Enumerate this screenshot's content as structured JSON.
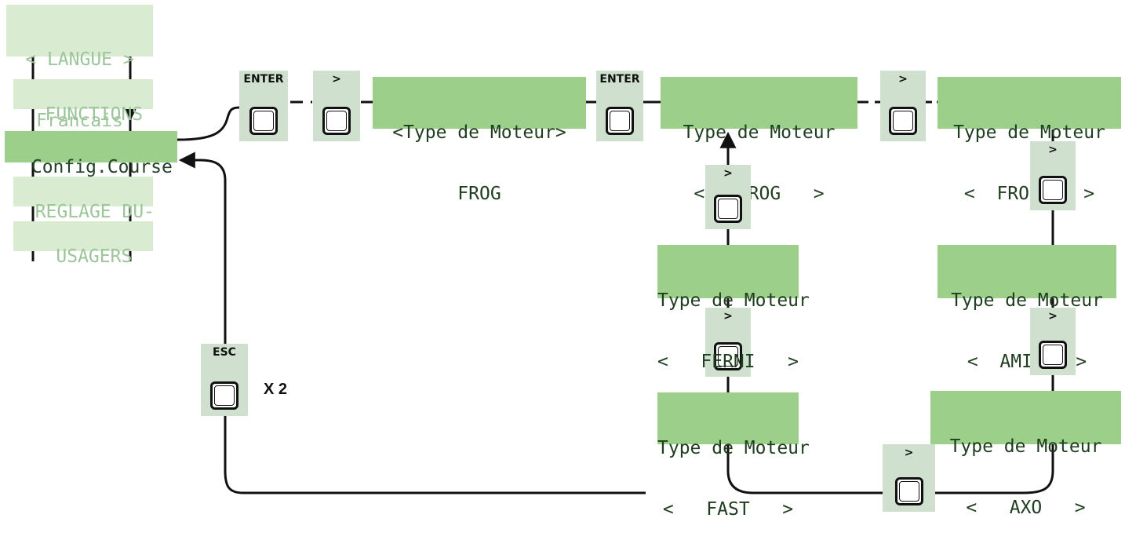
{
  "menu": {
    "langue_line1": "< LANGUE >",
    "langue_line2": "Francais",
    "functions": "FUNCTIONS",
    "config_course": "Config.Course",
    "reglage": "REGLAGE DU-",
    "usagers": "USAGERS"
  },
  "keys": {
    "enter": "ENTER",
    "next": ">",
    "esc": "ESC"
  },
  "displays": {
    "type_header": "<Type de Moteur>",
    "frog_plain": "FROG",
    "type_label": "Type de Moteur",
    "frog": "<   FROG   >",
    "frog_j": "<  FROG-J  >",
    "amico": "<  AMICO  >",
    "axo": "<   AXO   >",
    "ferni": "<   FERNI   >",
    "fast": "<   FAST   >"
  },
  "esc_repeat": "X 2"
}
